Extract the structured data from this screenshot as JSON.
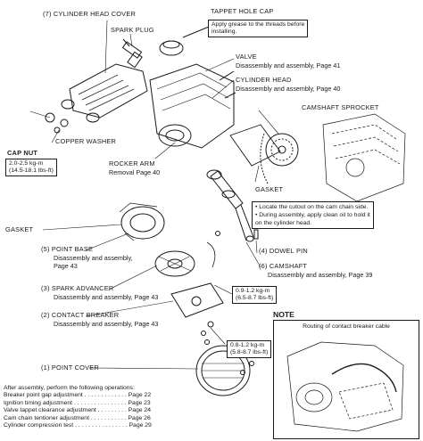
{
  "callouts": {
    "cylinder_head_cover": "(7)  CYLINDER HEAD COVER",
    "spark_plug": "SPARK PLUG",
    "tappet_hole_cap": "TAPPET HOLE CAP",
    "tappet_note": [
      "Apply grease to the threads before",
      "installing."
    ],
    "valve": "VALVE",
    "valve_ref": "Disassembly  and assembly, Page 41",
    "cylinder_head": "CYLINDER HEAD",
    "cylinder_head_ref": "Disassembly and assembly, Page 40",
    "camshaft_sprocket": "CAMSHAFT SPROCKET",
    "copper_washer": "COPPER WASHER",
    "cap_nut": "CAP NUT",
    "cap_nut_torque": [
      "2.0-2.5 kg-m",
      "(14.5-18.1 lbs-ft)"
    ],
    "rocker_arm": "ROCKER ARM",
    "rocker_arm_ref": "Removal Page 40",
    "gasket_top": "GASKET",
    "cam_notes": [
      "•  Locate the cutout on the cam chain side.",
      "•  During assembly, apply clean oil to hold it",
      "    on the cylinder head."
    ],
    "gasket_left": "GASKET",
    "point_base": "(5)  POINT BASE",
    "point_base_ref": [
      "Disassembly and assembly,",
      "Page 43"
    ],
    "dowel_pin": "(4)  DOWEL PIN",
    "camshaft": "(6)  CAMSHAFT",
    "camshaft_ref": "Disassembly and assembly, Page 39",
    "spark_advancer": "(3)  SPARK ADVANCER",
    "spark_advancer_ref": "Disassembly and assembly, Page 43",
    "torque_mid": [
      "0.9-1.2 kg-m",
      "(6.5-8.7 lbs-ft)"
    ],
    "contact_breaker": "(2)  CONTACT BREAKER",
    "contact_breaker_ref": "Disassembly and assembly, Page 43",
    "torque_low": [
      "0.8-1.2 kg-m",
      "(5.8-8.7 lbs-ft)"
    ],
    "point_cover": "(1)  POINT COVER"
  },
  "note": {
    "heading": "NOTE",
    "caption": "Routing of contact breaker cable"
  },
  "after_assembly": {
    "intro": "After assembly, perform the following operations:",
    "items": [
      "Breaker point gap adjustment  . . . . . . . . . . . . .  Page 22",
      "Ignition timing adjustment  . . . . . . . . . . . . . . . .  Page 23",
      "Valve tappet clearance adjustment  . . . . . . . . .  Page 24",
      "Cam chain tentioner adjustment  . . . . . . . . . . .  Page 26",
      "Cylinder compression test  . . . . . . . . . . . . . . . .  Page 29"
    ]
  }
}
